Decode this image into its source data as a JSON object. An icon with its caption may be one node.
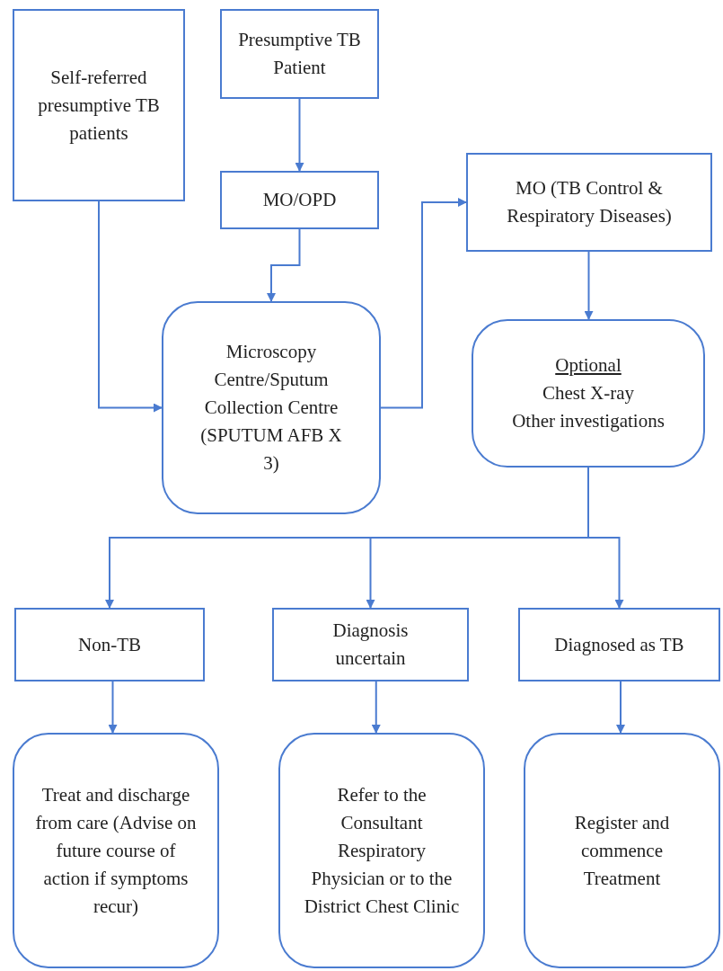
{
  "diagram": {
    "nodes": [
      {
        "text": [
          "Self-referred presumptive TB patients"
        ]
      },
      {
        "text": [
          "Presumptive TB Patient"
        ]
      },
      {
        "text": [
          "MO/OPD"
        ]
      },
      {
        "text": [
          "Microscopy Centre/Sputum Collection Centre (SPUTUM AFB X 3)"
        ]
      },
      {
        "text": [
          "MO (TB Control & Respiratory Diseases)"
        ]
      },
      {
        "text": [
          "Optional",
          "Chest X-ray",
          "Other investigations"
        ]
      },
      {
        "text": [
          "Non-TB"
        ]
      },
      {
        "text": [
          "Diagnosis uncertain"
        ]
      },
      {
        "text": [
          "Diagnosed as TB"
        ]
      },
      {
        "text": [
          "Treat and discharge from care (Advise on future course of action if symptoms recur)"
        ]
      },
      {
        "text": [
          "Refer to the Consultant Respiratory Physician or to the District Chest Clinic"
        ]
      },
      {
        "text": [
          "Register and commence Treatment"
        ]
      }
    ],
    "edges": [
      {
        "from": 0,
        "to": 3,
        "arrow": "to"
      },
      {
        "from": 1,
        "to": 2,
        "arrow": "to"
      },
      {
        "from": 2,
        "to": 3,
        "arrow": "to"
      },
      {
        "from": 3,
        "to": 4,
        "arrow": "to"
      },
      {
        "from": 4,
        "to": 5,
        "arrow": "to"
      },
      {
        "from": 5,
        "to": 6,
        "arrow": "to"
      },
      {
        "from": 5,
        "to": 7,
        "arrow": "to"
      },
      {
        "from": 5,
        "to": 8,
        "arrow": "to"
      },
      {
        "from": 6,
        "to": 9,
        "arrow": "to"
      },
      {
        "from": 7,
        "to": 10,
        "arrow": "to"
      },
      {
        "from": 8,
        "to": 11,
        "arrow": "to"
      }
    ]
  }
}
